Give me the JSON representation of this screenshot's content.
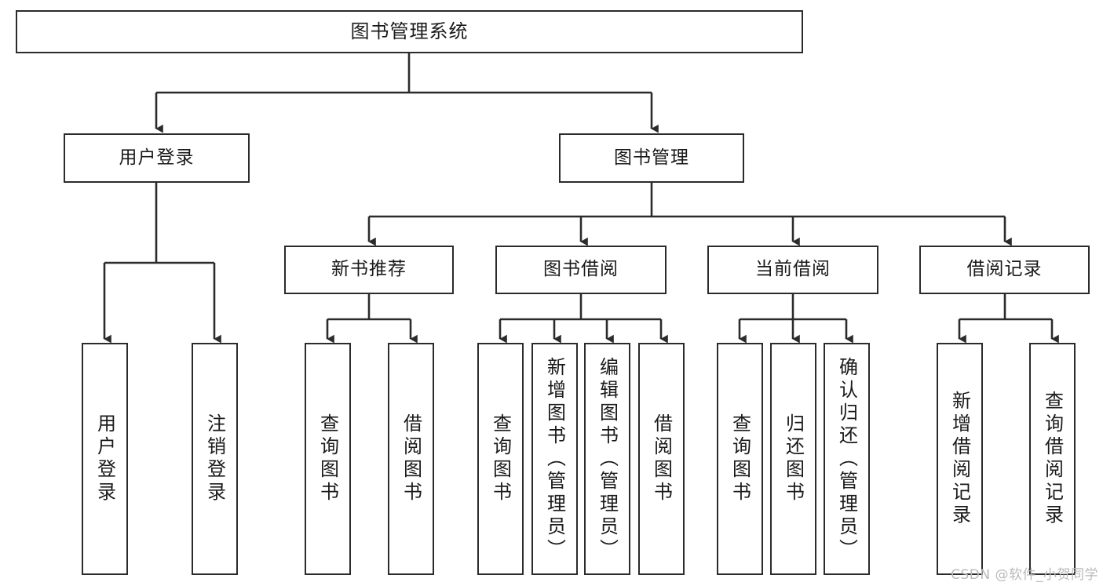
{
  "diagram": {
    "type": "hierarchy-tree-flowchart",
    "title": "图书管理系统",
    "colors": {
      "background": "#ffffff",
      "node_border": "#2b2b2b",
      "node_fill": "#ffffff",
      "edge": "#2b2b2b",
      "text": "#1a1a1a",
      "watermark": "#b9b9b9"
    },
    "nodes": {
      "root": {
        "label": "图书管理系统"
      },
      "level2": [
        {
          "id": "user-login",
          "label": "用户登录"
        },
        {
          "id": "book-manage",
          "label": "图书管理"
        }
      ],
      "level3": [
        {
          "id": "new-book-recommend",
          "label": "新书推荐"
        },
        {
          "id": "book-borrow",
          "label": "图书借阅"
        },
        {
          "id": "current-borrow",
          "label": "当前借阅"
        },
        {
          "id": "borrow-record",
          "label": "借阅记录"
        }
      ],
      "leaves": {
        "user-login": [
          {
            "id": "leaf-user-login",
            "label": "用户登录"
          },
          {
            "id": "leaf-logout-login",
            "label": "注销登录"
          }
        ],
        "new-book-recommend": [
          {
            "id": "leaf-query-book-1",
            "label": "查询图书"
          },
          {
            "id": "leaf-borrow-book-1",
            "label": "借阅图书"
          }
        ],
        "book-borrow": [
          {
            "id": "leaf-query-book-2",
            "label": "查询图书"
          },
          {
            "id": "leaf-add-book",
            "label": "新增图书（管理员）"
          },
          {
            "id": "leaf-edit-book",
            "label": "编辑图书（管理员）"
          },
          {
            "id": "leaf-borrow-book-2",
            "label": "借阅图书"
          }
        ],
        "current-borrow": [
          {
            "id": "leaf-query-book-3",
            "label": "查询图书"
          },
          {
            "id": "leaf-return-book",
            "label": "归还图书"
          },
          {
            "id": "leaf-confirm-return",
            "label": "确认归还（管理员）"
          }
        ],
        "borrow-record": [
          {
            "id": "leaf-add-borrow-record",
            "label": "新增借阅记录"
          },
          {
            "id": "leaf-query-borrow-record",
            "label": "查询借阅记录"
          }
        ]
      }
    },
    "watermark": "CSDN @软件_小贺同学"
  }
}
